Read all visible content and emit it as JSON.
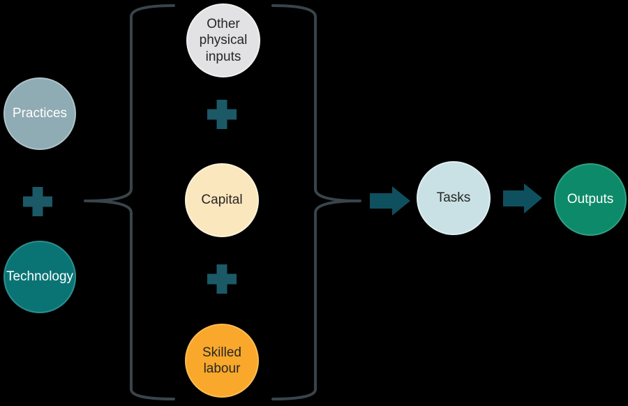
{
  "diagram": {
    "background_color": "#000000",
    "nodes": {
      "practices": {
        "label": "Practices",
        "fill": "#8FABB3",
        "text_color": "#FFFFFF"
      },
      "technology": {
        "label": "Technology",
        "fill": "#0A7475",
        "text_color": "#FFFFFF"
      },
      "other_physical_inputs": {
        "label": "Other physical inputs",
        "fill": "#E2E2E4",
        "text_color": "#262626"
      },
      "capital": {
        "label": "Capital",
        "fill": "#FBE7BE",
        "text_color": "#262626"
      },
      "skilled_labour": {
        "label": "Skilled labour",
        "fill": "#F9A82B",
        "text_color": "#262626"
      },
      "tasks": {
        "label": "Tasks",
        "fill": "#C9E1E4",
        "text_color": "#262626"
      },
      "outputs": {
        "label": "Outputs",
        "fill": "#0D8A6A",
        "text_color": "#FFFFFF"
      }
    },
    "operators": {
      "plus_symbol": "+",
      "plus_color": "#1B5967"
    },
    "connectors": {
      "arrow_color": "#0F505F",
      "brace_color": "#39444B"
    },
    "structure_summary": "(Practices + Technology) -> { Other physical inputs + Capital + Skilled labour } -> Tasks -> Outputs"
  }
}
